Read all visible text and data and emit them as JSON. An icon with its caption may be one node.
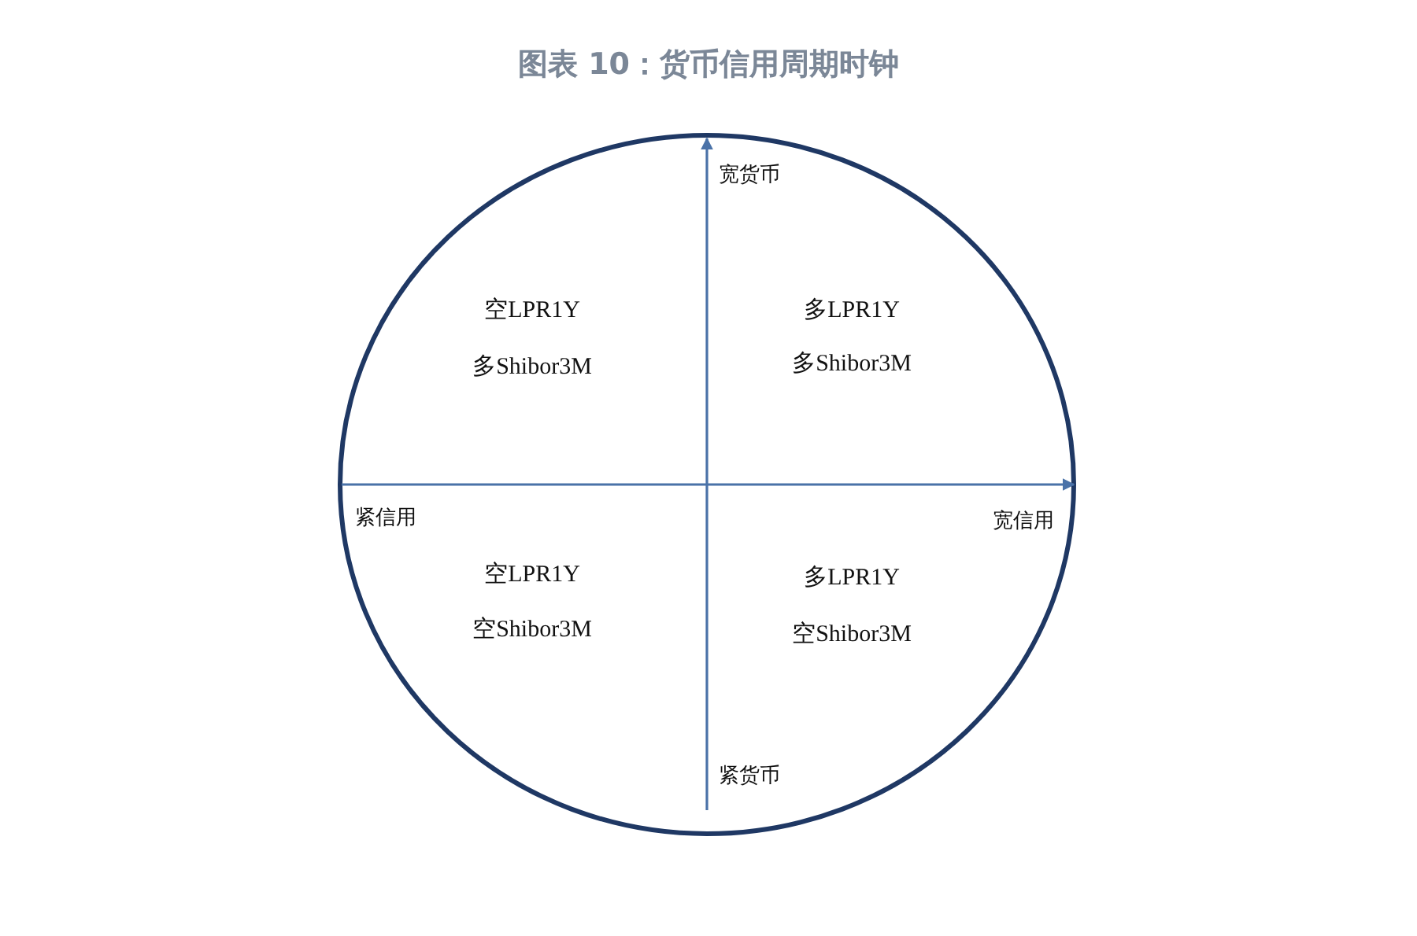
{
  "diagram": {
    "title": "图表 10：货币信用周期时钟",
    "labels": [
      "宽货币",
      "空LPR1Y",
      "多LPR1Y",
      "多Shibor3M",
      "多Shibor3M",
      "紧信用",
      "宽信用",
      "空LPR1Y",
      "多LPR1Y",
      "空Shibor3M",
      "空Shibor3M",
      "紧货币"
    ]
  }
}
